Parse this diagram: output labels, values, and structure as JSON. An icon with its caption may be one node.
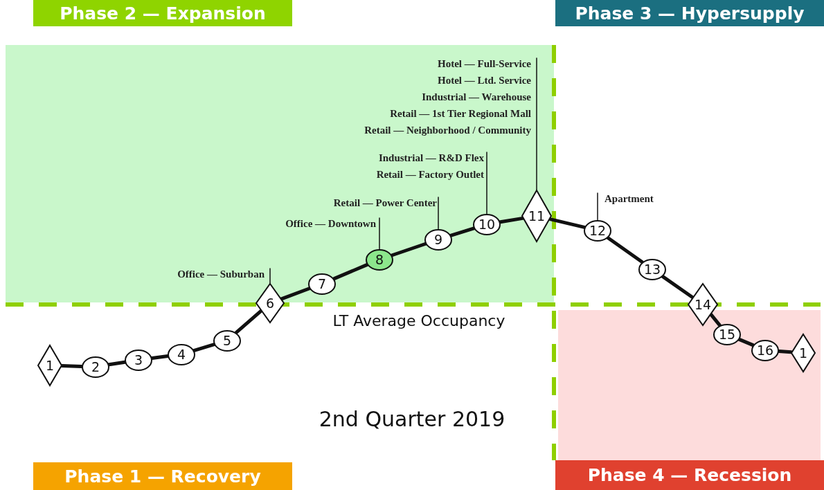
{
  "diagram": {
    "nodes": [
      {
        "text": [
          "Phase 2 — Expansion"
        ]
      },
      {
        "text": [
          "Phase 3 — Hypersupply"
        ]
      },
      {
        "text": [
          "Hotel — Full-Service",
          "Hotel — Ltd. Service",
          "Industrial — Warehouse",
          "Retail — 1st Tier Regional Mall",
          "Retail — Neighborhood / Community"
        ]
      },
      {
        "text": [
          "Industrial — R&D Flex",
          "Retail — Factory Outlet"
        ]
      },
      {
        "text": [
          "Retail — Power Center"
        ]
      },
      {
        "text": [
          "Apartment"
        ]
      },
      {
        "text": [
          "Office — Downtown"
        ]
      },
      {
        "text": [
          "Office — Suburban"
        ]
      },
      {
        "text": [
          "1"
        ]
      },
      {
        "text": [
          "2"
        ]
      },
      {
        "text": [
          "3"
        ]
      },
      {
        "text": [
          "4"
        ]
      },
      {
        "text": [
          "5"
        ]
      },
      {
        "text": [
          "6"
        ]
      },
      {
        "text": [
          "7"
        ]
      },
      {
        "text": [
          "8"
        ]
      },
      {
        "text": [
          "9"
        ]
      },
      {
        "text": [
          "10"
        ]
      },
      {
        "text": [
          "11"
        ]
      },
      {
        "text": [
          "12"
        ]
      },
      {
        "text": [
          "13"
        ]
      },
      {
        "text": [
          "14"
        ]
      },
      {
        "text": [
          "15"
        ]
      },
      {
        "text": [
          "16"
        ]
      },
      {
        "text": [
          "1"
        ]
      },
      {
        "text": [
          "Phase 1 — Recovery"
        ]
      },
      {
        "text": [
          "Phase 4 — Recession"
        ]
      }
    ],
    "edges": [
      {
        "from": 2,
        "to": 18,
        "arrow": "none"
      },
      {
        "from": 3,
        "to": 17,
        "arrow": "none"
      },
      {
        "from": 4,
        "to": 16,
        "arrow": "none"
      },
      {
        "from": 5,
        "to": 19,
        "arrow": "none"
      },
      {
        "from": 6,
        "to": 15,
        "arrow": "none"
      },
      {
        "from": 7,
        "to": 13,
        "arrow": "none"
      },
      {
        "from": 8,
        "to": 9,
        "arrow": "none"
      },
      {
        "from": 9,
        "to": 10,
        "arrow": "none"
      },
      {
        "from": 10,
        "to": 11,
        "arrow": "none"
      },
      {
        "from": 11,
        "to": 12,
        "arrow": "none"
      },
      {
        "from": 12,
        "to": 13,
        "arrow": "none"
      },
      {
        "from": 13,
        "to": 14,
        "arrow": "none"
      },
      {
        "from": 14,
        "to": 15,
        "arrow": "none"
      },
      {
        "from": 15,
        "to": 16,
        "arrow": "none"
      },
      {
        "from": 16,
        "to": 17,
        "arrow": "none"
      },
      {
        "from": 17,
        "to": 18,
        "arrow": "none"
      },
      {
        "from": 18,
        "to": 19,
        "arrow": "none"
      },
      {
        "from": 19,
        "to": 20,
        "arrow": "none"
      },
      {
        "from": 20,
        "to": 21,
        "arrow": "none"
      },
      {
        "from": 21,
        "to": 22,
        "arrow": "none"
      },
      {
        "from": 22,
        "to": 23,
        "arrow": "none"
      },
      {
        "from": 23,
        "to": 24,
        "arrow": "none"
      }
    ],
    "labels": [
      "LT Average Occupancy",
      "2nd Quarter 2019"
    ]
  }
}
